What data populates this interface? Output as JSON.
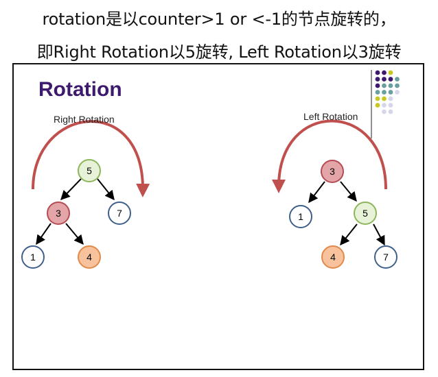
{
  "captions": {
    "line1": "rotation是以counter>1 or <-1的节点旋转的，",
    "line2": "即Right Rotation以5旋转, Left Rotation以3旋转"
  },
  "slide": {
    "title": "Rotation",
    "right_label": "Right Rotation",
    "left_label": "Left Rotation"
  },
  "right_tree": {
    "nodes": [
      {
        "id": "r5",
        "label": "5",
        "color": "green"
      },
      {
        "id": "r3",
        "label": "3",
        "color": "red"
      },
      {
        "id": "r7",
        "label": "7",
        "color": "blue"
      },
      {
        "id": "r1",
        "label": "1",
        "color": "blue"
      },
      {
        "id": "r4",
        "label": "4",
        "color": "orange"
      }
    ]
  },
  "left_tree": {
    "nodes": [
      {
        "id": "l3",
        "label": "3",
        "color": "red"
      },
      {
        "id": "l1",
        "label": "1",
        "color": "blue"
      },
      {
        "id": "l5",
        "label": "5",
        "color": "green"
      },
      {
        "id": "l4",
        "label": "4",
        "color": "orange"
      },
      {
        "id": "l7",
        "label": "7",
        "color": "blue"
      }
    ]
  },
  "colors": {
    "green": {
      "fill": "#e8f2d8",
      "stroke": "#8bb65a"
    },
    "red": {
      "fill": "#e4a5a8",
      "stroke": "#b54b53"
    },
    "blue": {
      "fill": "#ffffff",
      "stroke": "#3f5f8a"
    },
    "orange": {
      "fill": "#f8c39c",
      "stroke": "#e0894a"
    },
    "arrow": "#c0504d",
    "title": "#3d1a6e",
    "deco_purple": "#3d1a6e",
    "deco_teal": "#6a9fa0",
    "deco_yellow": "#c8c820",
    "deco_lavender": "#d6d6ea"
  }
}
